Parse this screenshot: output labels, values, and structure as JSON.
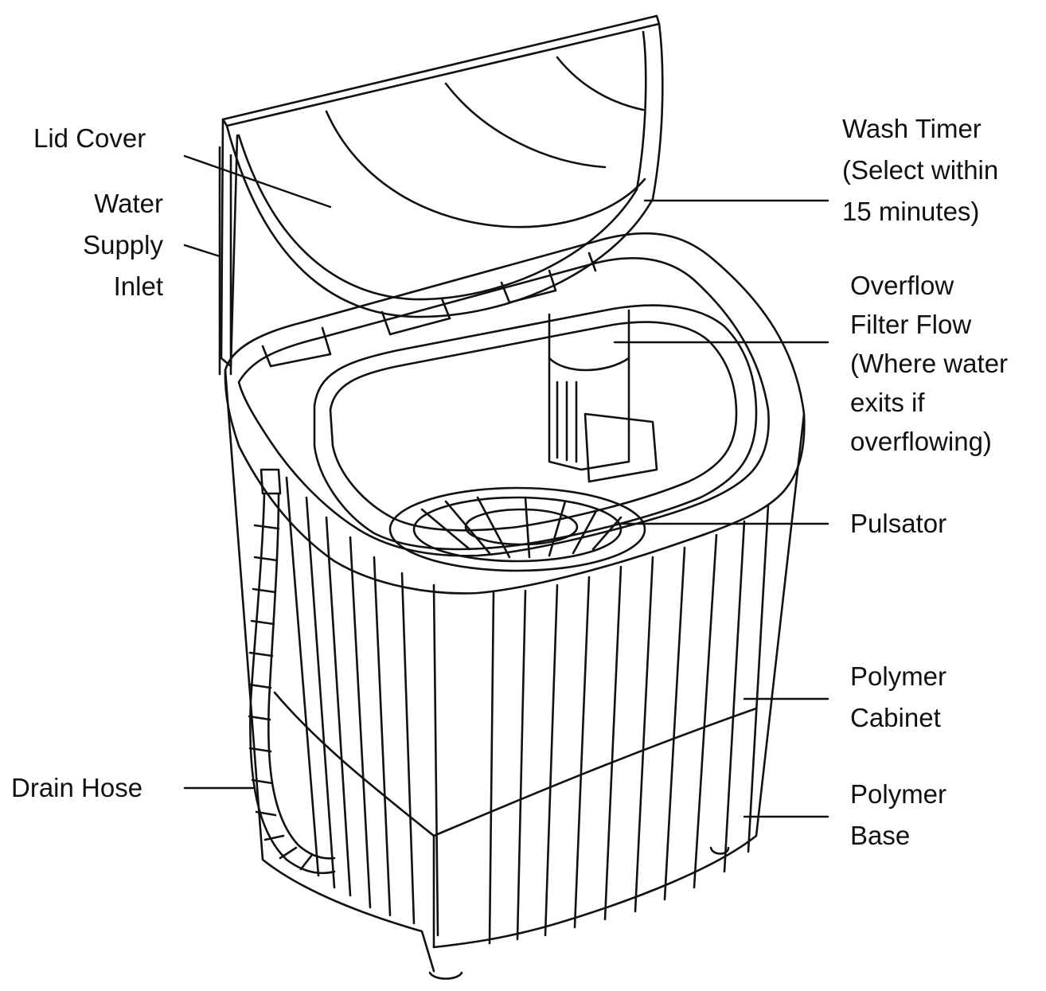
{
  "diagram": {
    "labels": {
      "lid_cover": [
        "Lid Cover"
      ],
      "water_supply_inlet": [
        "Water",
        "Supply",
        "Inlet"
      ],
      "drain_hose": [
        "Drain Hose"
      ],
      "wash_timer": [
        "Wash Timer",
        "(Select within",
        "15 minutes)"
      ],
      "overflow_filter_flow": [
        "Overflow",
        "Filter Flow",
        "(Where water",
        "exits if",
        "overflowing)"
      ],
      "pulsator": [
        "Pulsator"
      ],
      "polymer_cabinet": [
        "Polymer",
        "Cabinet"
      ],
      "polymer_base": [
        "Polymer",
        "Base"
      ]
    },
    "line_color": "#111111",
    "background": "#ffffff"
  }
}
